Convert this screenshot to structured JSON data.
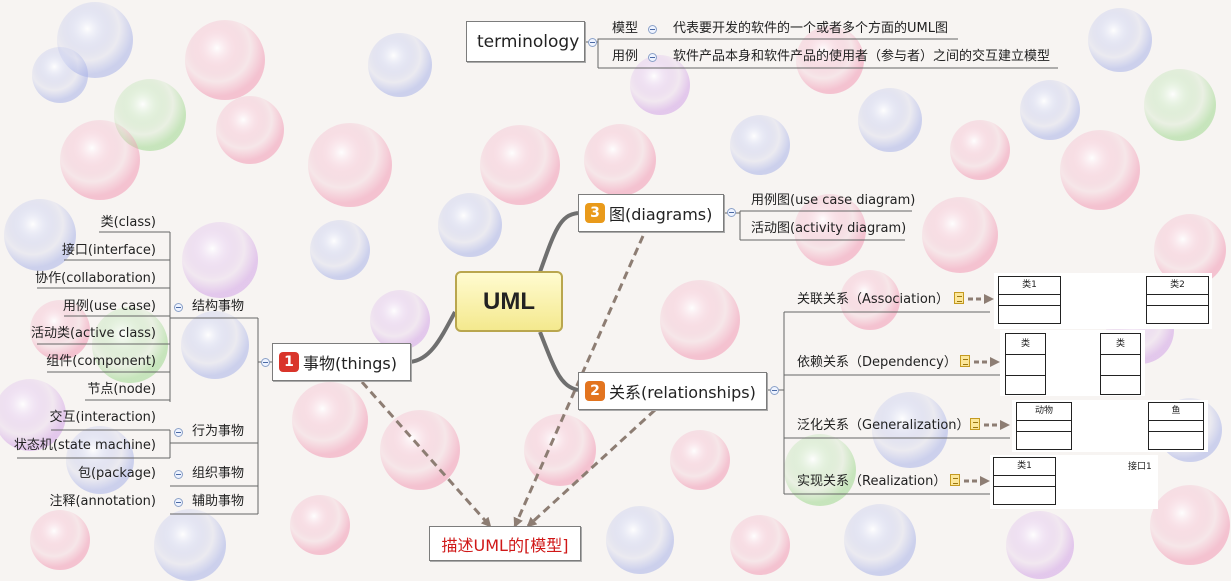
{
  "central_topic": "UML",
  "terminology": {
    "label": "terminology",
    "items": [
      {
        "term": "模型",
        "definition": "代表要开发的软件的一个或者多个方面的UML图"
      },
      {
        "term": "用例",
        "definition": "软件产品本身和软件产品的使用者（参与者）之间的交互建立模型"
      }
    ]
  },
  "branches": {
    "things": {
      "number": "1",
      "label": "事物(things)",
      "groups": [
        {
          "label": "结构事物",
          "items": [
            "类(class)",
            "接口(interface)",
            "协作(collaboration)",
            "用例(use case)",
            "活动类(active class)",
            "组件(component)",
            "节点(node)"
          ]
        },
        {
          "label": "行为事物",
          "items": [
            "交互(interaction)",
            "状态机(state machine)"
          ]
        },
        {
          "label": "组织事物",
          "items": [
            "包(package)"
          ]
        },
        {
          "label": "辅助事物",
          "items": [
            "注释(annotation)"
          ]
        }
      ]
    },
    "relationships": {
      "number": "2",
      "label": "关系(relationships)",
      "items": [
        {
          "label": "关联关系（Association）",
          "left_class": "类1",
          "right_class": "类2"
        },
        {
          "label": "依赖关系（Dependency）",
          "left_class": "类",
          "right_class": "类"
        },
        {
          "label": "泛化关系（Generalization）",
          "left_class": "动物",
          "right_class": "鱼"
        },
        {
          "label": "实现关系（Realization）",
          "left_class": "类1",
          "right_class": "接口1"
        }
      ]
    },
    "diagrams": {
      "number": "3",
      "label": "图(diagrams)",
      "items": [
        "用例图(use case diagram)",
        "活动图(activity diagram)"
      ]
    }
  },
  "floating_topic": "描述UML的[模型]",
  "colors": {
    "central_fill": "#f7efa8",
    "badge_things": "#d9352b",
    "badge_relationships": "#e2741f",
    "badge_diagrams": "#e99a1a",
    "floating_text": "#d01818",
    "dashed_link": "#8d7d73",
    "branch_curve": "#6f6f6f"
  }
}
